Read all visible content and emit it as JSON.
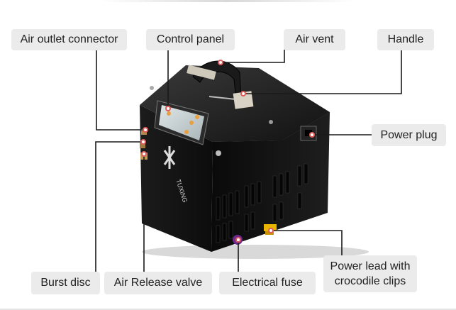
{
  "labels": {
    "air_outlet": "Air outlet connector",
    "control_panel": "Control panel",
    "air_vent": "Air vent",
    "handle": "Handle",
    "power_plug": "Power plug",
    "burst_disc": "Burst disc",
    "air_release": "Air Release valve",
    "fuse": "Electrical fuse",
    "power_lead": "Power lead with crocodile clips"
  },
  "device": {
    "logo_text": "TUXING"
  },
  "colors": {
    "label_bg": "#ebebeb",
    "callout_dot": "#e05a5a",
    "body": "#141414",
    "fuse_cap": "#6b2a8a",
    "clip": "#e8b400",
    "display": "#c8d4d6"
  }
}
